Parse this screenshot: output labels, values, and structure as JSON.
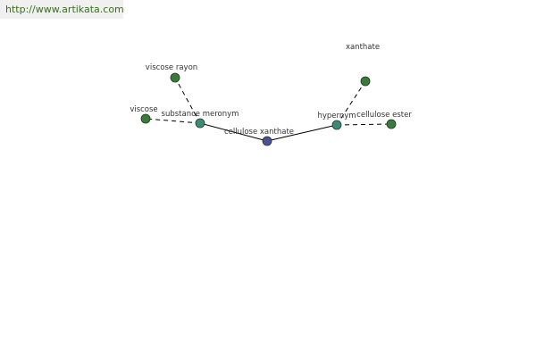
{
  "header": {
    "url": "http://www.artikata.com",
    "url_color": "#3a6e1e"
  },
  "colors": {
    "center_node": "#4a4f96",
    "relation_node": "#3e8a7a",
    "leaf_node": "#3c7a3c",
    "edge": "#000000"
  },
  "graph": {
    "nodes": [
      {
        "id": "center",
        "label": "cellulose xanthate",
        "kind": "center"
      },
      {
        "id": "rel-meronym",
        "label": "substance meronym",
        "kind": "relation"
      },
      {
        "id": "rel-hypernym",
        "label": "hypernym",
        "kind": "relation"
      },
      {
        "id": "leaf-viscose-rayon",
        "label": "viscose rayon",
        "kind": "leaf"
      },
      {
        "id": "leaf-viscose",
        "label": "viscose",
        "kind": "leaf"
      },
      {
        "id": "leaf-xanthate",
        "label": "xanthate",
        "kind": "leaf"
      },
      {
        "id": "leaf-cellulose-ester",
        "label": "cellulose ester",
        "kind": "leaf"
      }
    ],
    "edges": [
      {
        "from": "center",
        "to": "rel-meronym",
        "style": "solid"
      },
      {
        "from": "center",
        "to": "rel-hypernym",
        "style": "solid"
      },
      {
        "from": "rel-meronym",
        "to": "leaf-viscose-rayon",
        "style": "dashed"
      },
      {
        "from": "rel-meronym",
        "to": "leaf-viscose",
        "style": "dashed"
      },
      {
        "from": "rel-hypernym",
        "to": "leaf-xanthate",
        "style": "dashed"
      },
      {
        "from": "rel-hypernym",
        "to": "leaf-cellulose-ester",
        "style": "dashed"
      }
    ]
  }
}
